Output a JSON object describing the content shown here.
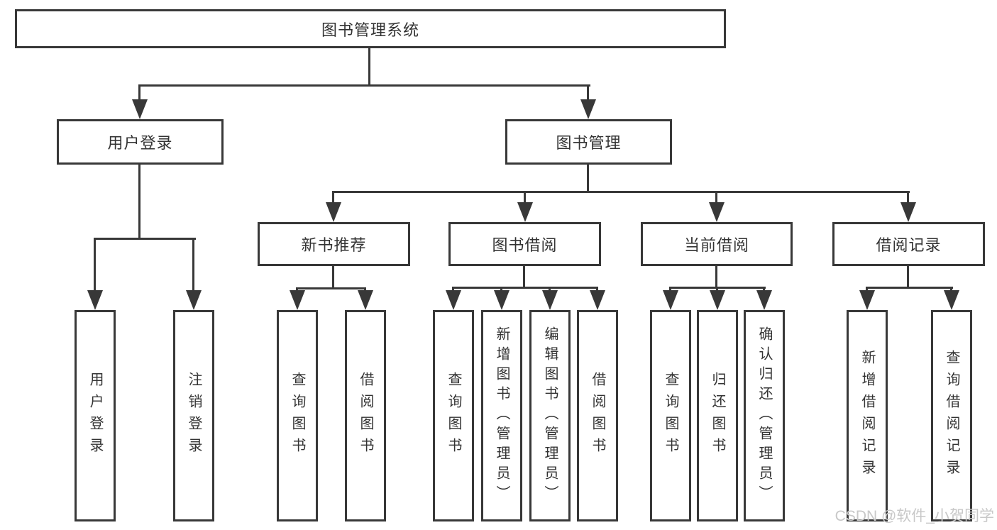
{
  "diagram": {
    "root": "图书管理系统",
    "branches": {
      "user": "用户登录",
      "mgmt": "图书管理"
    },
    "modules": {
      "recommend": "新书推荐",
      "borrow": "图书借阅",
      "current": "当前借阅",
      "records": "借阅记录"
    },
    "leaves": {
      "user_login": "用户登录",
      "user_logout": "注销登录",
      "rec_query": "查询图书",
      "rec_borrow": "借阅图书",
      "bor_query": "查询图书",
      "bor_add": "新增图书（管理员）",
      "bor_edit": "编辑图书（管理员）",
      "bor_borrow": "借阅图书",
      "cur_query": "查询图书",
      "cur_return": "归还图书",
      "cur_confirm": "确认归还（管理员）",
      "log_add": "新增借阅记录",
      "log_query": "查询借阅记录"
    }
  },
  "watermark": "CSDN @软件_小贺同学",
  "colors": {
    "line": "#383838",
    "text": "#333333",
    "watermark": "#c8c8c8",
    "background": "#ffffff"
  }
}
